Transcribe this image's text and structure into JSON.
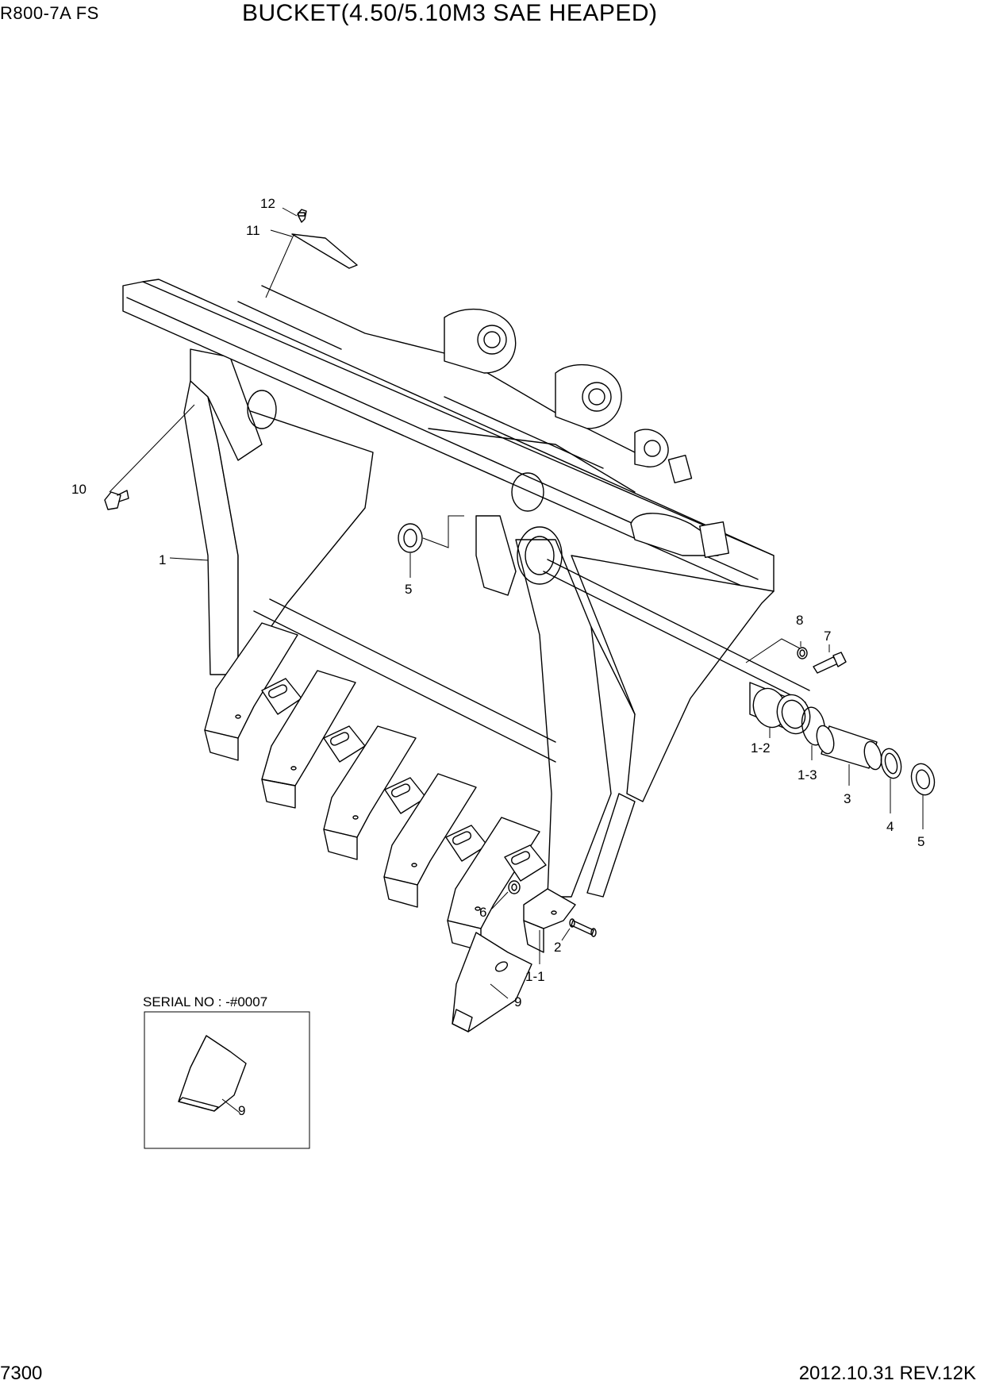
{
  "header": {
    "model": "R800-7A  FS",
    "title": "BUCKET(4.50/5.10M3 SAE HEAPED)"
  },
  "footer": {
    "page_number": "7300",
    "revision": "2012.10.31  REV.12K"
  },
  "inset": {
    "label": "SERIAL NO : -#0007",
    "callout": "9"
  },
  "callouts": {
    "c12": "12",
    "c11": "11",
    "c10": "10",
    "c1": "1",
    "c5a": "5",
    "c8": "8",
    "c7": "7",
    "c1_2": "1-2",
    "c1_3": "1-3",
    "c3": "3",
    "c4": "4",
    "c5b": "5",
    "c6": "6",
    "c2": "2",
    "c1_1": "1-1",
    "c9": "9"
  }
}
